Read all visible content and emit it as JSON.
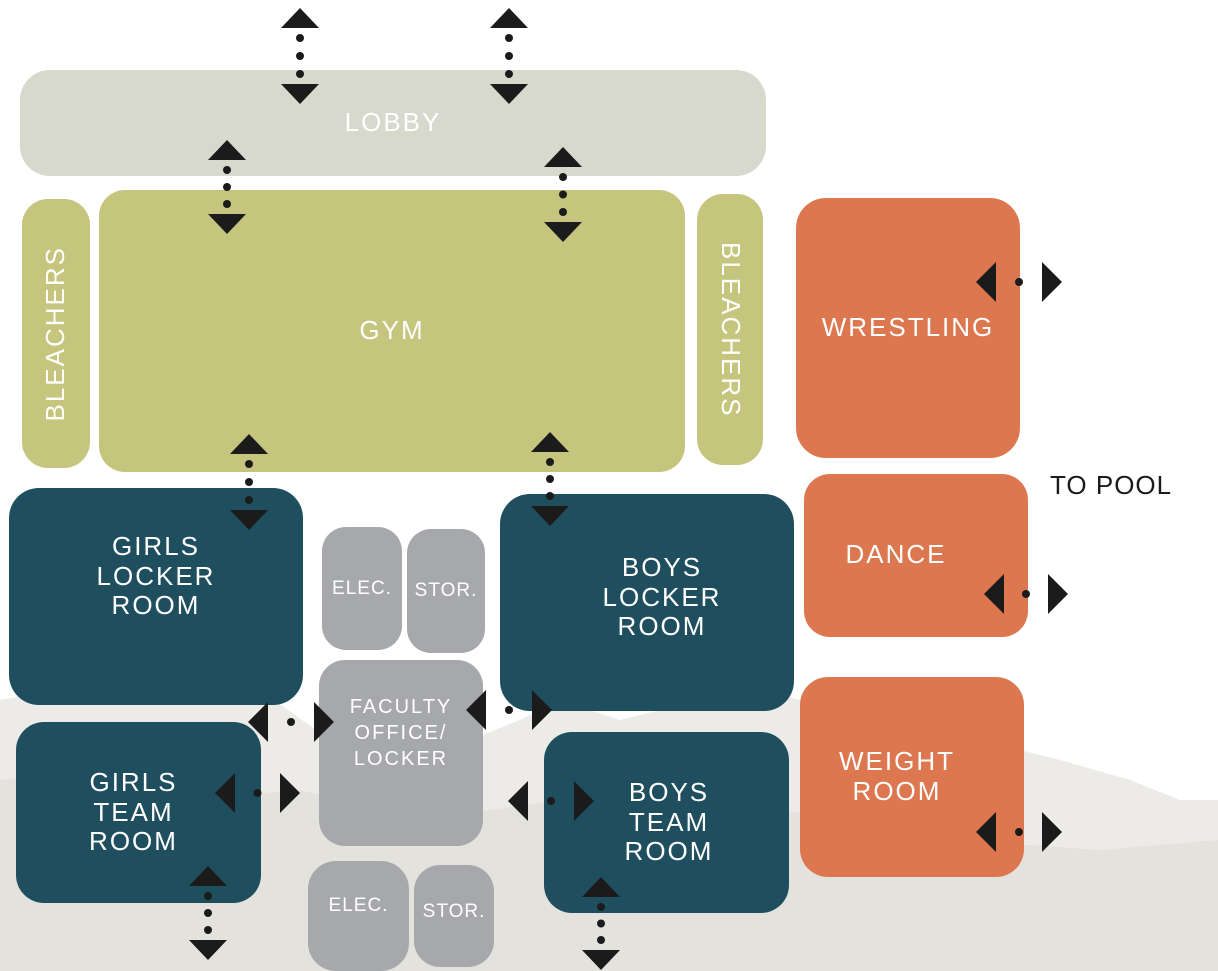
{
  "colors": {
    "lobby": "#d6d9cb",
    "gym": "#c5c57d",
    "locker": "#1f4f5f",
    "activity": "#dc774f",
    "utility": "#a7a8ab",
    "arrow": "#1b1b1b"
  },
  "rooms": {
    "lobby": "LOBBY",
    "gym": "GYM",
    "bleachers_left": "BLEACHERS",
    "bleachers_right": "BLEACHERS",
    "wrestling": "WRESTLING",
    "dance": "DANCE",
    "weight_room": [
      "WEIGHT",
      "ROOM"
    ],
    "girls_locker_room": [
      "GIRLS",
      "LOCKER",
      "ROOM"
    ],
    "boys_locker_room": [
      "BOYS",
      "LOCKER",
      "ROOM"
    ],
    "girls_team_room": [
      "GIRLS",
      "TEAM",
      "ROOM"
    ],
    "boys_team_room": [
      "BOYS",
      "TEAM",
      "ROOM"
    ],
    "faculty_office": [
      "FACULTY",
      "OFFICE/",
      "LOCKER"
    ],
    "elec_top": "ELEC.",
    "stor_top": "STOR.",
    "elec_bottom": "ELEC.",
    "stor_bottom": "STOR."
  },
  "labels": {
    "to_pool": "TO POOL"
  },
  "icons": {
    "vertical_door": "double-arrow-vertical-icon",
    "horizontal_door": "double-arrow-horizontal-icon"
  }
}
